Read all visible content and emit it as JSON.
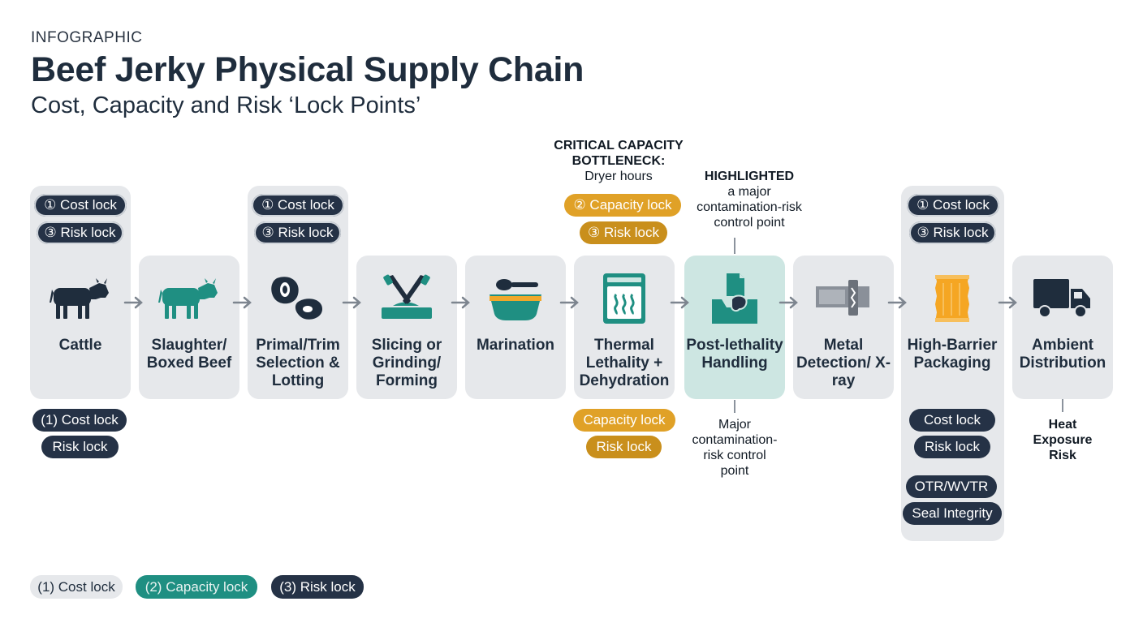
{
  "header": {
    "eyebrow": "INFOGRAPHIC",
    "title": "Beef Jerky Physical Supply Chain",
    "subtitle": "Cost, Capacity and Risk ‘Lock Points’"
  },
  "stages": [
    {
      "label": "Cattle",
      "icon": "cow-icon"
    },
    {
      "label": "Slaughter/ Boxed Beef",
      "icon": "cow-icon"
    },
    {
      "label": "Primal/Trim Selection & Lotting",
      "icon": "meat-cuts-icon"
    },
    {
      "label": "Slicing or Grinding/ Forming",
      "icon": "knife-board-icon"
    },
    {
      "label": "Marination",
      "icon": "marinade-bowl-icon"
    },
    {
      "label": "Thermal Lethality + Dehydration",
      "icon": "dryer-oven-icon"
    },
    {
      "label": "Post-lethality Handling",
      "icon": "glove-handling-icon"
    },
    {
      "label": "Metal Detection/ X-ray",
      "icon": "metal-detector-icon"
    },
    {
      "label": "High-Barrier Packaging",
      "icon": "package-bag-icon"
    },
    {
      "label": "Ambient Distribution",
      "icon": "truck-icon"
    }
  ],
  "top_badges": {
    "cattle": [
      "① Cost lock",
      "③ Risk lock"
    ],
    "primal": [
      "① Cost lock",
      "③ Risk lock"
    ],
    "thermal": [
      "② Capacity lock",
      "③ Risk lock"
    ],
    "packaging": [
      "① Cost lock",
      "③ Risk lock"
    ]
  },
  "bottom_badges": {
    "cattle": [
      "(1) Cost lock",
      "Risk lock"
    ],
    "thermal": [
      "Capacity lock",
      "Risk lock"
    ],
    "packaging": [
      "Cost lock",
      "Risk lock",
      "OTR/WVTR",
      "Seal Integrity"
    ]
  },
  "callouts": {
    "bottleneck": [
      "CRITICAL CAPACITY",
      "BOTTLENECK:",
      "Dryer hours"
    ],
    "highlighted": [
      "HIGHLIGHTED",
      "a major",
      "contamination-risk",
      "control point"
    ],
    "major": [
      "Major",
      "contamination-",
      "risk control",
      "point"
    ],
    "heat": [
      "Heat",
      "Exposure",
      "Risk"
    ]
  },
  "legend": [
    "(1) Cost lock",
    "(2) Capacity lock",
    "(3) Risk lock"
  ],
  "colors": {
    "navy": "#253246",
    "teal": "#1f8f82",
    "gold": "#e0a127",
    "orange": "#f5a623",
    "card": "#e6e8eb",
    "highlight": "#cde6e2"
  }
}
